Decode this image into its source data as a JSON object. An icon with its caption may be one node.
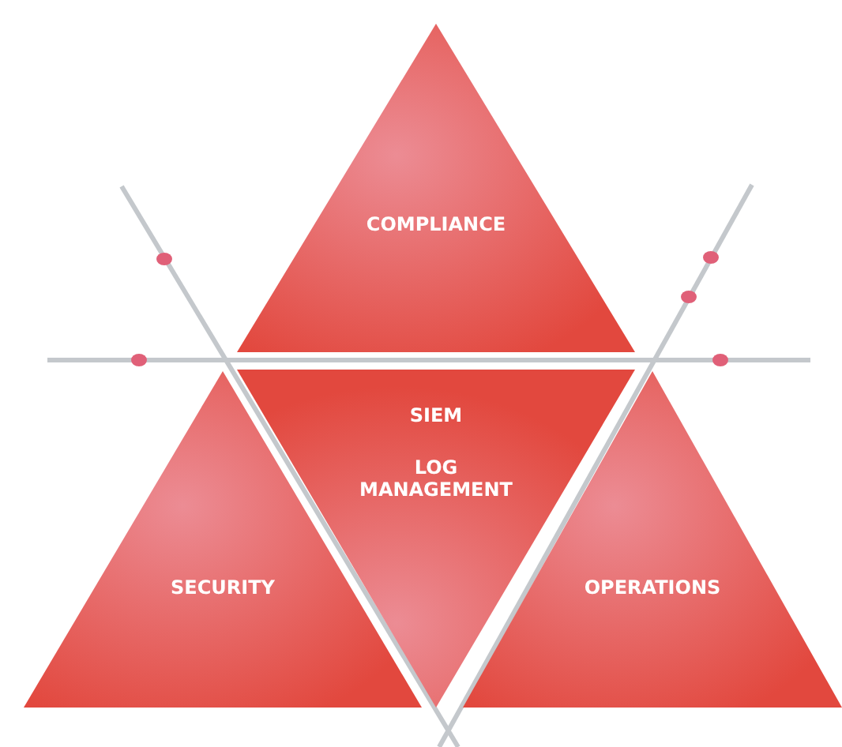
{
  "diagram": {
    "nodes": [
      {
        "text": [
          "COMPLIANCE"
        ]
      },
      {
        "text": [
          "SECURITY"
        ]
      },
      {
        "text": [
          "SIEM",
          "LOG MANAGEMENT"
        ]
      },
      {
        "text": [
          "OPERATIONS"
        ]
      }
    ]
  }
}
